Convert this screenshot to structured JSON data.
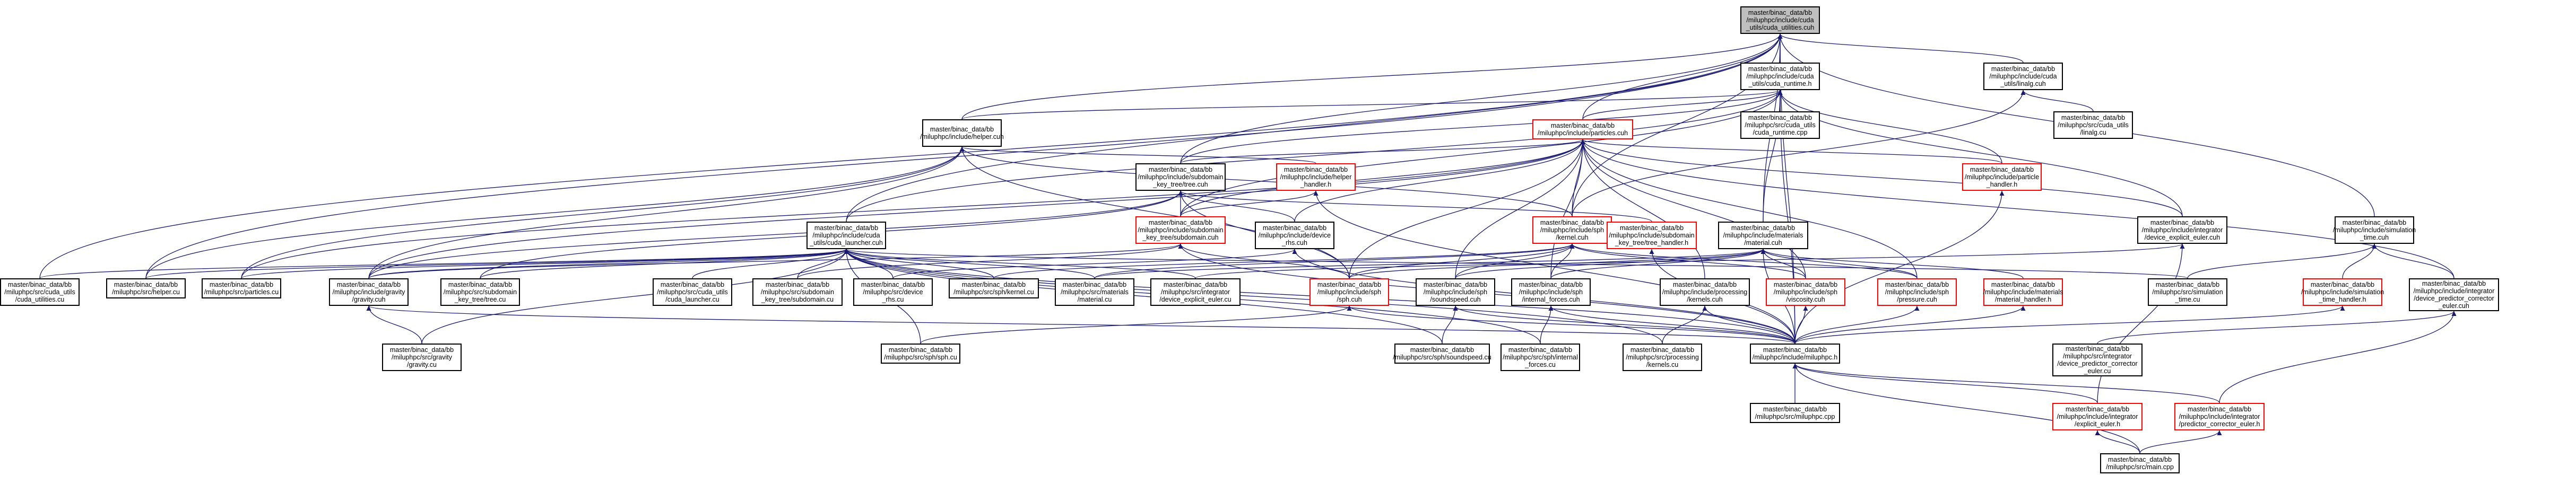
{
  "graph": {
    "colors": {
      "edge": "#191970",
      "node_border": "#000000",
      "red_border": "#ff0000",
      "focus_fill": "#bfbfbf",
      "background": "#ffffff"
    },
    "nodes": [
      {
        "id": "cuda_utilities",
        "label": "master/binac_data/bb\n/miluphpc/include/cuda\n_utils/cuda_utilities.cuh",
        "style": "focus"
      },
      {
        "id": "cuda_runtime",
        "label": "master/binac_data/bb\n/miluphpc/include/cuda\n_utils/cuda_runtime.h",
        "style": "normal"
      },
      {
        "id": "linalg",
        "label": "master/binac_data/bb\n/miluphpc/include/cuda\n_utils/linalg.cuh",
        "style": "normal"
      },
      {
        "id": "cuda_runtime_cpp",
        "label": "master/binac_data/bb\n/miluphpc/src/cuda_utils\n/cuda_runtime.cpp",
        "style": "normal"
      },
      {
        "id": "linalg_cu",
        "label": "master/binac_data/bb\n/miluphpc/src/cuda_utils\n/linalg.cu",
        "style": "normal"
      },
      {
        "id": "helper_cuh",
        "label": "master/binac_data/bb\n/miluphpc/include/helper.cuh",
        "style": "normal"
      },
      {
        "id": "particles_cuh",
        "label": "master/binac_data/bb\n/miluphpc/include/particles.cuh",
        "style": "red"
      },
      {
        "id": "tree_cuh",
        "label": "master/binac_data/bb\n/miluphpc/include/subdomain\n_key_tree/tree.cuh",
        "style": "normal"
      },
      {
        "id": "helper_handler",
        "label": "master/binac_data/bb\n/miluphpc/include/helper\n_handler.h",
        "style": "red"
      },
      {
        "id": "particle_handler",
        "label": "master/binac_data/bb\n/miluphpc/include/particle\n_handler.h",
        "style": "red"
      },
      {
        "id": "kernel_cuh",
        "label": "master/binac_data/bb\n/miluphpc/include/sph\n/kernel.cuh",
        "style": "red"
      },
      {
        "id": "tree_handler",
        "label": "master/binac_data/bb\n/miluphpc/include/subdomain\n_key_tree/tree_handler.h",
        "style": "red"
      },
      {
        "id": "subdomain_cuh",
        "label": "master/binac_data/bb\n/miluphpc/include/subdomain\n_key_tree/subdomain.cuh",
        "style": "red"
      },
      {
        "id": "device_rhs_cuh",
        "label": "master/binac_data/bb\n/miluphpc/include/device\n_rhs.cuh",
        "style": "normal"
      },
      {
        "id": "cuda_launcher",
        "label": "master/binac_data/bb\n/miluphpc/include/cuda\n_utils/cuda_launcher.cuh",
        "style": "normal"
      },
      {
        "id": "material_cuh",
        "label": "master/binac_data/bb\n/miluphpc/include/materials\n/material.cuh",
        "style": "normal"
      },
      {
        "id": "device_explicit_euler_cuh",
        "label": "master/binac_data/bb\n/miluphpc/include/integrator\n/device_explicit_euler.cuh",
        "style": "normal"
      },
      {
        "id": "simulation_time_cuh",
        "label": "master/binac_data/bb\n/miluphpc/include/simulation\n_time.cuh",
        "style": "normal"
      },
      {
        "id": "gravity_cuh",
        "label": "master/binac_data/bb\n/miluphpc/include/gravity\n/gravity.cuh",
        "style": "normal"
      },
      {
        "id": "sph_cuh",
        "label": "master/binac_data/bb\n/miluphpc/include/sph\n/sph.cuh",
        "style": "red"
      },
      {
        "id": "soundspeed_cuh",
        "label": "master/binac_data/bb\n/miluphpc/include/sph\n/soundspeed.cuh",
        "style": "normal"
      },
      {
        "id": "internal_forces_cuh",
        "label": "master/binac_data/bb\n/miluphpc/include/sph\n/internal_forces.cuh",
        "style": "normal"
      },
      {
        "id": "kernels_cuh",
        "label": "master/binac_data/bb\n/miluphpc/include/processing\n/kernels.cuh",
        "style": "normal"
      },
      {
        "id": "viscosity_cuh",
        "label": "master/binac_data/bb\n/miluphpc/include/sph\n/viscosity.cuh",
        "style": "red"
      },
      {
        "id": "pressure_cuh",
        "label": "master/binac_data/bb\n/miluphpc/include/sph\n/pressure.cuh",
        "style": "red"
      },
      {
        "id": "material_handler",
        "label": "master/binac_data/bb\n/miluphpc/include/materials\n/material_handler.h",
        "style": "red"
      },
      {
        "id": "time_handler",
        "label": "master/binac_data/bb\n/miluphpc/include/simulation\n_time_handler.h",
        "style": "red"
      },
      {
        "id": "device_pc_euler_cuh",
        "label": "master/binac_data/bb\n/miluphpc/include/integrator\n/device_predictor_corrector\n_euler.cuh",
        "style": "normal"
      },
      {
        "id": "cuda_utilities_cu",
        "label": "master/binac_data/bb\n/miluphpc/src/cuda_utils\n/cuda_utilities.cu",
        "style": "normal"
      },
      {
        "id": "helper_cu",
        "label": "master/binac_data/bb\n/miluphpc/src/helper.cu",
        "style": "normal"
      },
      {
        "id": "particles_cu",
        "label": "master/binac_data/bb\n/miluphpc/src/particles.cu",
        "style": "normal"
      },
      {
        "id": "gravity_cu",
        "label": "master/binac_data/bb\n/miluphpc/src/gravity\n/gravity.cu",
        "style": "normal"
      },
      {
        "id": "tree_cu",
        "label": "master/binac_data/bb\n/miluphpc/src/subdomain\n_key_tree/tree.cu",
        "style": "normal"
      },
      {
        "id": "cuda_launcher_cu",
        "label": "master/binac_data/bb\n/miluphpc/src/cuda_utils\n/cuda_launcher.cu",
        "style": "normal"
      },
      {
        "id": "subdomain_cu",
        "label": "master/binac_data/bb\n/miluphpc/src/subdomain\n_key_tree/subdomain.cu",
        "style": "normal"
      },
      {
        "id": "device_rhs_cu",
        "label": "master/binac_data/bb\n/miluphpc/src/device\n_rhs.cu",
        "style": "normal"
      },
      {
        "id": "kernel_cu",
        "label": "master/binac_data/bb\n/miluphpc/src/sph/kernel.cu",
        "style": "normal"
      },
      {
        "id": "material_cu",
        "label": "master/binac_data/bb\n/miluphpc/src/materials\n/material.cu",
        "style": "normal"
      },
      {
        "id": "device_explicit_euler_cu",
        "label": "master/binac_data/bb\n/miluphpc/src/integrator\n/device_explicit_euler.cu",
        "style": "normal"
      },
      {
        "id": "sph_cu",
        "label": "master/binac_data/bb\n/miluphpc/src/sph/sph.cu",
        "style": "normal"
      },
      {
        "id": "soundspeed_cu",
        "label": "master/binac_data/bb\n/miluphpc/src/sph/soundspeed.cu",
        "style": "normal"
      },
      {
        "id": "internal_forces_cu",
        "label": "master/binac_data/bb\n/miluphpc/src/sph/internal\n_forces.cu",
        "style": "normal"
      },
      {
        "id": "kernels_cu",
        "label": "master/binac_data/bb\n/miluphpc/src/processing\n/kernels.cu",
        "style": "normal"
      },
      {
        "id": "miluphpc_h",
        "label": "master/binac_data/bb\n/miluphpc/include/miluphpc.h",
        "style": "normal"
      },
      {
        "id": "simulation_time_cu",
        "label": "master/binac_data/bb\n/miluphpc/src/simulation\n_time.cu",
        "style": "normal"
      },
      {
        "id": "device_pc_euler_cu",
        "label": "master/binac_data/bb\n/miluphpc/src/integrator\n/device_predictor_corrector\n_euler.cu",
        "style": "normal"
      },
      {
        "id": "miluphpc_cpp",
        "label": "master/binac_data/bb\n/miluphpc/src/miluphpc.cpp",
        "style": "normal"
      },
      {
        "id": "explicit_euler_h",
        "label": "master/binac_data/bb\n/miluphpc/include/integrator\n/explicit_euler.h",
        "style": "red"
      },
      {
        "id": "pc_euler_h",
        "label": "master/binac_data/bb\n/miluphpc/include/integrator\n/predictor_corrector_euler.h",
        "style": "red"
      },
      {
        "id": "main_cpp",
        "label": "master/binac_data/bb\n/miluphpc/src/main.cpp",
        "style": "normal"
      }
    ],
    "edges": [
      [
        "cuda_utilities",
        "cuda_runtime"
      ],
      [
        "cuda_utilities",
        "linalg"
      ],
      [
        "cuda_utilities",
        "helper_cuh"
      ],
      [
        "cuda_utilities",
        "particles_cuh"
      ],
      [
        "cuda_utilities",
        "tree_cuh"
      ],
      [
        "cuda_utilities",
        "cuda_launcher"
      ],
      [
        "cuda_utilities",
        "material_cuh"
      ],
      [
        "cuda_utilities",
        "simulation_time_cuh"
      ],
      [
        "cuda_utilities",
        "cuda_utilities_cu"
      ],
      [
        "cuda_utilities",
        "helper_cu"
      ],
      [
        "cuda_utilities",
        "miluphpc_h"
      ],
      [
        "cuda_utilities",
        "kernel_cuh"
      ],
      [
        "cuda_runtime",
        "cuda_runtime_cpp"
      ],
      [
        "cuda_runtime",
        "helper_cuh"
      ],
      [
        "cuda_runtime",
        "particles_cuh"
      ],
      [
        "cuda_runtime",
        "tree_cuh"
      ],
      [
        "cuda_runtime",
        "cuda_launcher"
      ],
      [
        "cuda_runtime",
        "material_cuh"
      ],
      [
        "cuda_runtime",
        "particle_handler"
      ],
      [
        "cuda_runtime",
        "device_explicit_euler_cuh"
      ],
      [
        "cuda_runtime",
        "miluphpc_h"
      ],
      [
        "cuda_runtime",
        "subdomain_cuh"
      ],
      [
        "linalg",
        "linalg_cu"
      ],
      [
        "linalg",
        "kernel_cuh"
      ],
      [
        "helper_cuh",
        "helper_cu"
      ],
      [
        "helper_cuh",
        "helper_handler"
      ],
      [
        "helper_cuh",
        "kernel_cuh"
      ],
      [
        "helper_cuh",
        "gravity_cuh"
      ],
      [
        "helper_cuh",
        "sph_cuh"
      ],
      [
        "helper_cuh",
        "particles_cu"
      ],
      [
        "particles_cuh",
        "particles_cu"
      ],
      [
        "particles_cuh",
        "tree_cuh"
      ],
      [
        "particles_cuh",
        "kernel_cuh"
      ],
      [
        "particles_cuh",
        "particle_handler"
      ],
      [
        "particles_cuh",
        "device_rhs_cuh"
      ],
      [
        "particles_cuh",
        "subdomain_cuh"
      ],
      [
        "particles_cuh",
        "soundspeed_cuh"
      ],
      [
        "particles_cuh",
        "internal_forces_cuh"
      ],
      [
        "particles_cuh",
        "kernels_cuh"
      ],
      [
        "particles_cuh",
        "viscosity_cuh"
      ],
      [
        "particles_cuh",
        "pressure_cuh"
      ],
      [
        "particles_cuh",
        "device_explicit_euler_cuh"
      ],
      [
        "particles_cuh",
        "device_pc_euler_cuh"
      ],
      [
        "particles_cuh",
        "sph_cuh"
      ],
      [
        "particles_cuh",
        "gravity_cuh"
      ],
      [
        "tree_cuh",
        "tree_cu"
      ],
      [
        "tree_cuh",
        "subdomain_cuh"
      ],
      [
        "tree_cuh",
        "device_rhs_cuh"
      ],
      [
        "tree_cuh",
        "gravity_cuh"
      ],
      [
        "tree_cuh",
        "tree_handler"
      ],
      [
        "tree_cuh",
        "sph_cuh"
      ],
      [
        "helper_handler",
        "subdomain_cuh"
      ],
      [
        "helper_handler",
        "miluphpc_h"
      ],
      [
        "particle_handler",
        "miluphpc_h"
      ],
      [
        "kernel_cuh",
        "kernel_cu"
      ],
      [
        "kernel_cuh",
        "sph_cuh"
      ],
      [
        "kernel_cuh",
        "soundspeed_cuh"
      ],
      [
        "kernel_cuh",
        "internal_forces_cuh"
      ],
      [
        "kernel_cuh",
        "viscosity_cuh"
      ],
      [
        "kernel_cuh",
        "pressure_cuh"
      ],
      [
        "kernel_cuh",
        "material_cu"
      ],
      [
        "tree_handler",
        "miluphpc_h"
      ],
      [
        "subdomain_cuh",
        "subdomain_cu"
      ],
      [
        "subdomain_cuh",
        "gravity_cuh"
      ],
      [
        "subdomain_cuh",
        "sph_cuh"
      ],
      [
        "subdomain_cuh",
        "miluphpc_h"
      ],
      [
        "device_rhs_cuh",
        "device_rhs_cu"
      ],
      [
        "device_rhs_cuh",
        "miluphpc_h"
      ],
      [
        "cuda_launcher",
        "cuda_launcher_cu"
      ],
      [
        "cuda_launcher",
        "cuda_utilities_cu"
      ],
      [
        "cuda_launcher",
        "helper_cu"
      ],
      [
        "cuda_launcher",
        "particles_cu"
      ],
      [
        "cuda_launcher",
        "gravity_cu"
      ],
      [
        "cuda_launcher",
        "tree_cu"
      ],
      [
        "cuda_launcher",
        "subdomain_cu"
      ],
      [
        "cuda_launcher",
        "device_rhs_cu"
      ],
      [
        "cuda_launcher",
        "kernel_cu"
      ],
      [
        "cuda_launcher",
        "material_cu"
      ],
      [
        "cuda_launcher",
        "device_explicit_euler_cu"
      ],
      [
        "cuda_launcher",
        "sph_cu"
      ],
      [
        "cuda_launcher",
        "soundspeed_cu"
      ],
      [
        "cuda_launcher",
        "internal_forces_cu"
      ],
      [
        "cuda_launcher",
        "kernels_cu"
      ],
      [
        "cuda_launcher",
        "miluphpc_h"
      ],
      [
        "cuda_launcher",
        "gravity_cuh"
      ],
      [
        "cuda_launcher",
        "simulation_time_cu"
      ],
      [
        "material_cuh",
        "material_cu"
      ],
      [
        "material_cuh",
        "material_handler"
      ],
      [
        "material_cuh",
        "sph_cuh"
      ],
      [
        "material_cuh",
        "soundspeed_cuh"
      ],
      [
        "material_cuh",
        "internal_forces_cuh"
      ],
      [
        "material_cuh",
        "viscosity_cuh"
      ],
      [
        "material_cuh",
        "pressure_cuh"
      ],
      [
        "material_cuh",
        "miluphpc_h"
      ],
      [
        "device_explicit_euler_cuh",
        "device_explicit_euler_cu"
      ],
      [
        "device_explicit_euler_cuh",
        "explicit_euler_h"
      ],
      [
        "simulation_time_cuh",
        "simulation_time_cu"
      ],
      [
        "simulation_time_cuh",
        "time_handler"
      ],
      [
        "simulation_time_cuh",
        "device_pc_euler_cuh"
      ],
      [
        "gravity_cuh",
        "gravity_cu"
      ],
      [
        "gravity_cuh",
        "miluphpc_h"
      ],
      [
        "sph_cuh",
        "sph_cu"
      ],
      [
        "sph_cuh",
        "miluphpc_h"
      ],
      [
        "soundspeed_cuh",
        "soundspeed_cu"
      ],
      [
        "soundspeed_cuh",
        "miluphpc_h"
      ],
      [
        "internal_forces_cuh",
        "internal_forces_cu"
      ],
      [
        "internal_forces_cuh",
        "miluphpc_h"
      ],
      [
        "kernels_cuh",
        "kernels_cu"
      ],
      [
        "kernels_cuh",
        "miluphpc_h"
      ],
      [
        "viscosity_cuh",
        "miluphpc_h"
      ],
      [
        "pressure_cuh",
        "miluphpc_h"
      ],
      [
        "material_handler",
        "miluphpc_h"
      ],
      [
        "time_handler",
        "miluphpc_h"
      ],
      [
        "device_pc_euler_cuh",
        "device_pc_euler_cu"
      ],
      [
        "device_pc_euler_cuh",
        "pc_euler_h"
      ],
      [
        "miluphpc_h",
        "miluphpc_cpp"
      ],
      [
        "miluphpc_h",
        "explicit_euler_h"
      ],
      [
        "miluphpc_h",
        "pc_euler_h"
      ],
      [
        "miluphpc_h",
        "main_cpp"
      ],
      [
        "explicit_euler_h",
        "main_cpp"
      ],
      [
        "pc_euler_h",
        "main_cpp"
      ]
    ]
  }
}
